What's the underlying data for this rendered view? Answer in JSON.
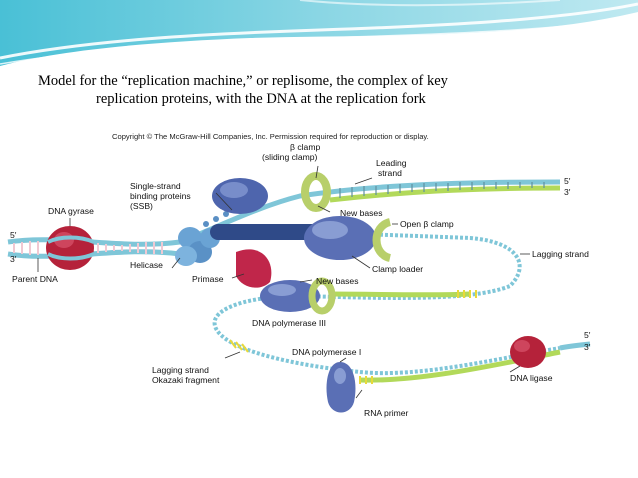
{
  "caption": {
    "line1": "Model for the “replication machine,” or replisome, the complex of key",
    "line2": "replication proteins, with the DNA at the replication fork"
  },
  "figure": {
    "copyright": "Copyright © The McGraw-Hill Companies, Inc. Permission required for reproduction or display.",
    "labels": {
      "beta_clamp_1": "β clamp",
      "beta_clamp_2": "(sliding clamp)",
      "leading_1": "Leading",
      "leading_2": "strand",
      "ssb_1": "Single-strand",
      "ssb_2": "binding proteins",
      "ssb_3": "(SSB)",
      "dna_gyrase": "DNA gyrase",
      "new_bases_top": "New bases",
      "open_clamp": "Open β clamp",
      "prime5_top": "5′",
      "prime3_top": "3′",
      "prime5_left": "5′",
      "prime3_left": "3′",
      "helicase": "Helicase",
      "lagging_strand": "Lagging strand",
      "clamp_loader": "Clamp loader",
      "primase": "Primase",
      "parent_dna": "Parent DNA",
      "new_bases_bottom": "New bases",
      "pol3": "DNA polymerase III",
      "prime5_right": "5′",
      "prime3_right": "3′",
      "pol1": "DNA polymerase I",
      "lagging_okazaki_1": "Lagging strand",
      "lagging_okazaki_2": "Okazaki fragment",
      "dna_ligase": "DNA ligase",
      "rna_primer": "RNA primer"
    }
  },
  "colors": {
    "header_teal": "#5fc8db",
    "dna_strand": "#7fc6d8",
    "new_strand": "#b2d95a",
    "gyrase_red": "#b5223a",
    "polymerase_blue": "#5a6fb5",
    "clamp_green": "#b8cf6a",
    "helicase_blue": "#6aa3d4",
    "primase_red": "#c0264a",
    "primer_yellow": "#e8d93a"
  }
}
